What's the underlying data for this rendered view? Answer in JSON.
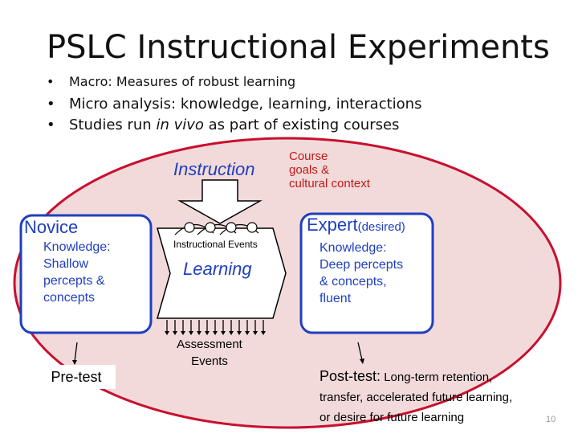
{
  "title": "PSLC Instructional Experiments",
  "bullets": [
    "Macro: Measures of robust learning",
    "Micro analysis: knowledge, learning, interactions",
    "Studies run",
    "in vivo",
    "as part of existing courses"
  ],
  "diagram": {
    "instruction": "Instruction",
    "course_context": "Course\ngoals &\ncultural context",
    "novice_title": "Novice",
    "novice_text": "Knowledge:\nShallow\npercepts &\nconcepts",
    "expert_title": "Expert",
    "expert_suffix": "(desired)",
    "expert_text": "Knowledge:\nDeep percepts\n& concepts,\nfluent",
    "instructional_events": "Instructional Events",
    "learning": "Learning",
    "assessment": "Assessment\nEvents",
    "pretest": "Pre-test",
    "posttest_head": "Post-test:",
    "posttest_line1": " Long-term retention,",
    "posttest_rest": "transfer, accelerated future learning,\nor desire for future learning"
  },
  "colors": {
    "ellipse": "#c8102e",
    "boxes": "#1f3fbf",
    "text_blue": "#1f3fbf",
    "text_red": "#c21818"
  },
  "page_number": "10"
}
